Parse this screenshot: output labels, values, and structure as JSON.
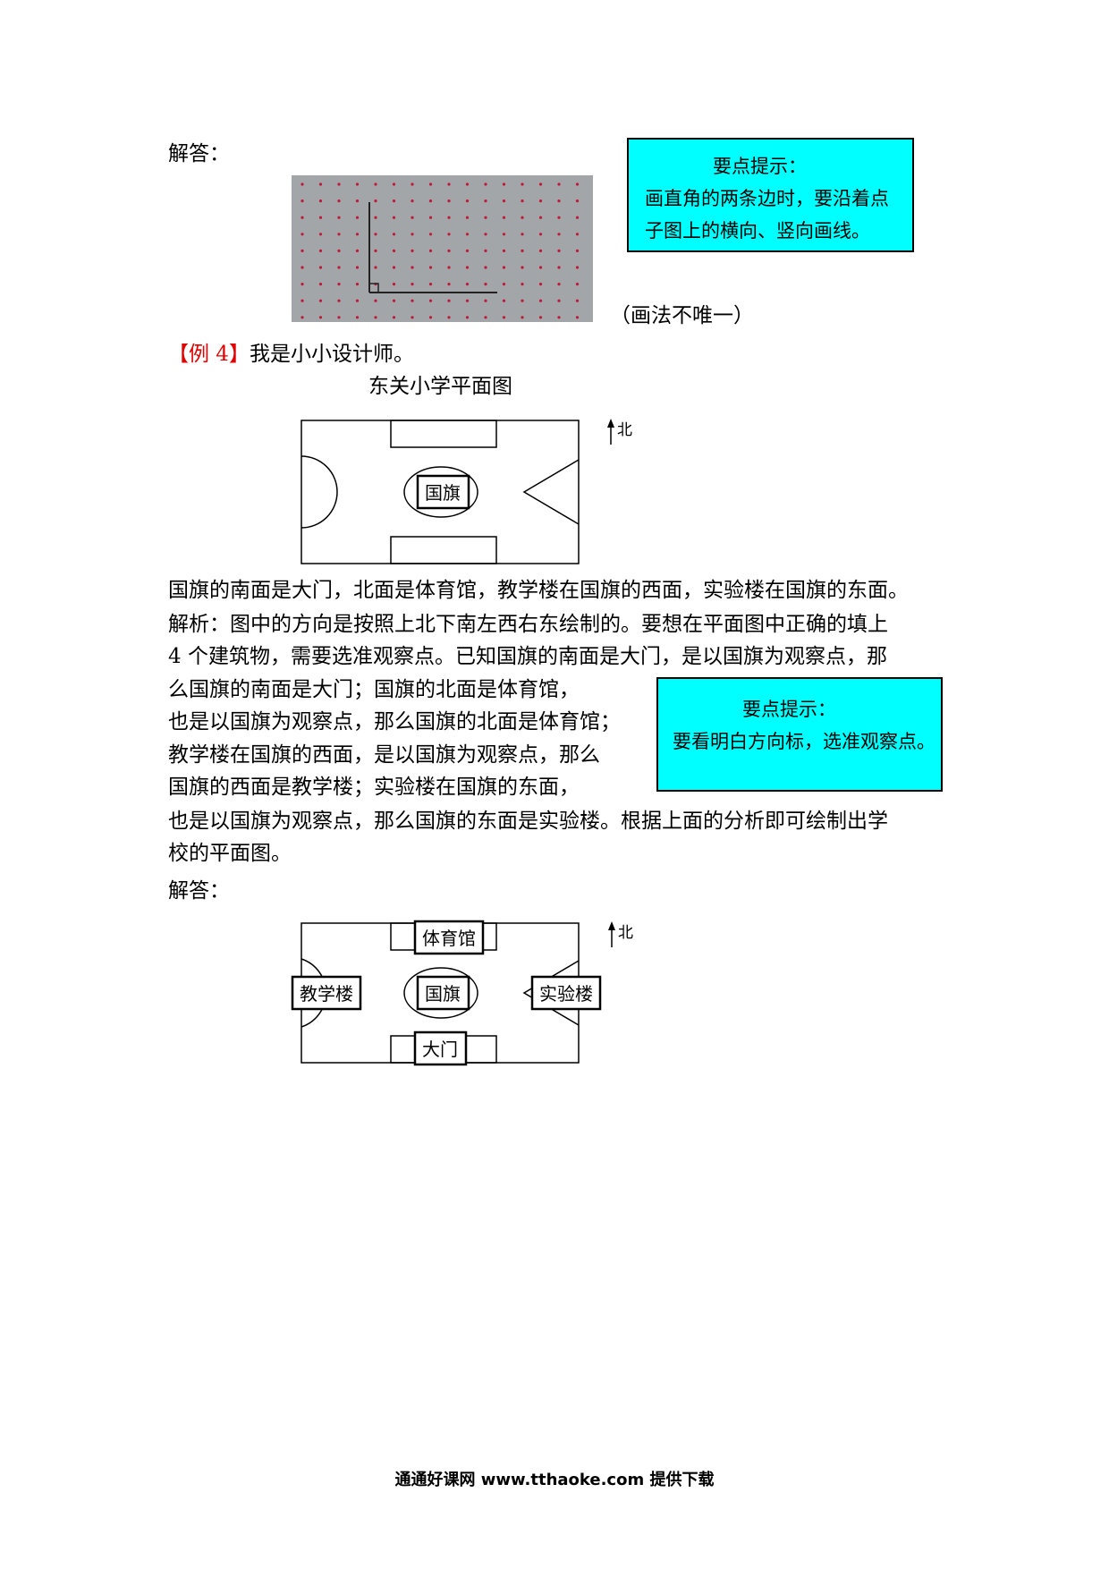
{
  "section1": {
    "answer_label": "解答：",
    "tip": {
      "title": "要点提示：",
      "line1": "画直角的两条边时，要沿着点",
      "line2": "子图上的横向、竖向画线。"
    },
    "note": "（画法不唯一）"
  },
  "example4": {
    "bracket_open": "【",
    "label": "例 4",
    "bracket_close": "】",
    "question": "我是小小设计师。",
    "plan_title": "东关小学平面图",
    "north_label": "北",
    "flag_label": "国旗",
    "statement": "国旗的南面是大门，北面是体育馆，教学楼在国旗的西面，实验楼在国旗的东面。",
    "analysis": {
      "line1": "解析：图中的方向是按照上北下南左西右东绘制的。要想在平面图中正确的填上",
      "line2": "4 个建筑物，需要选准观察点。已知国旗的南面是大门，是以国旗为观察点，那",
      "line3": "么国旗的南面是大门；国旗的北面是体育馆，",
      "line4": "也是以国旗为观察点，那么国旗的北面是体育馆；",
      "line5": "教学楼在国旗的西面，是以国旗为观察点，那么",
      "line6": "国旗的西面是教学楼；实验楼在国旗的东面，",
      "line7": "也是以国旗为观察点，那么国旗的东面是实验楼。根据上面的分析即可绘制出学",
      "line8": "校的平面图。"
    },
    "tip": {
      "title": "要点提示：",
      "line1": "要看明白方向标，选准观察点。"
    },
    "answer_label": "解答：",
    "answer_plan": {
      "north_label": "北",
      "gym": "体育馆",
      "teaching": "教学楼",
      "flag": "国旗",
      "lab": "实验楼",
      "gate": "大门"
    }
  },
  "footer": "通通好课网 www.tthaoke.com 提供下载"
}
